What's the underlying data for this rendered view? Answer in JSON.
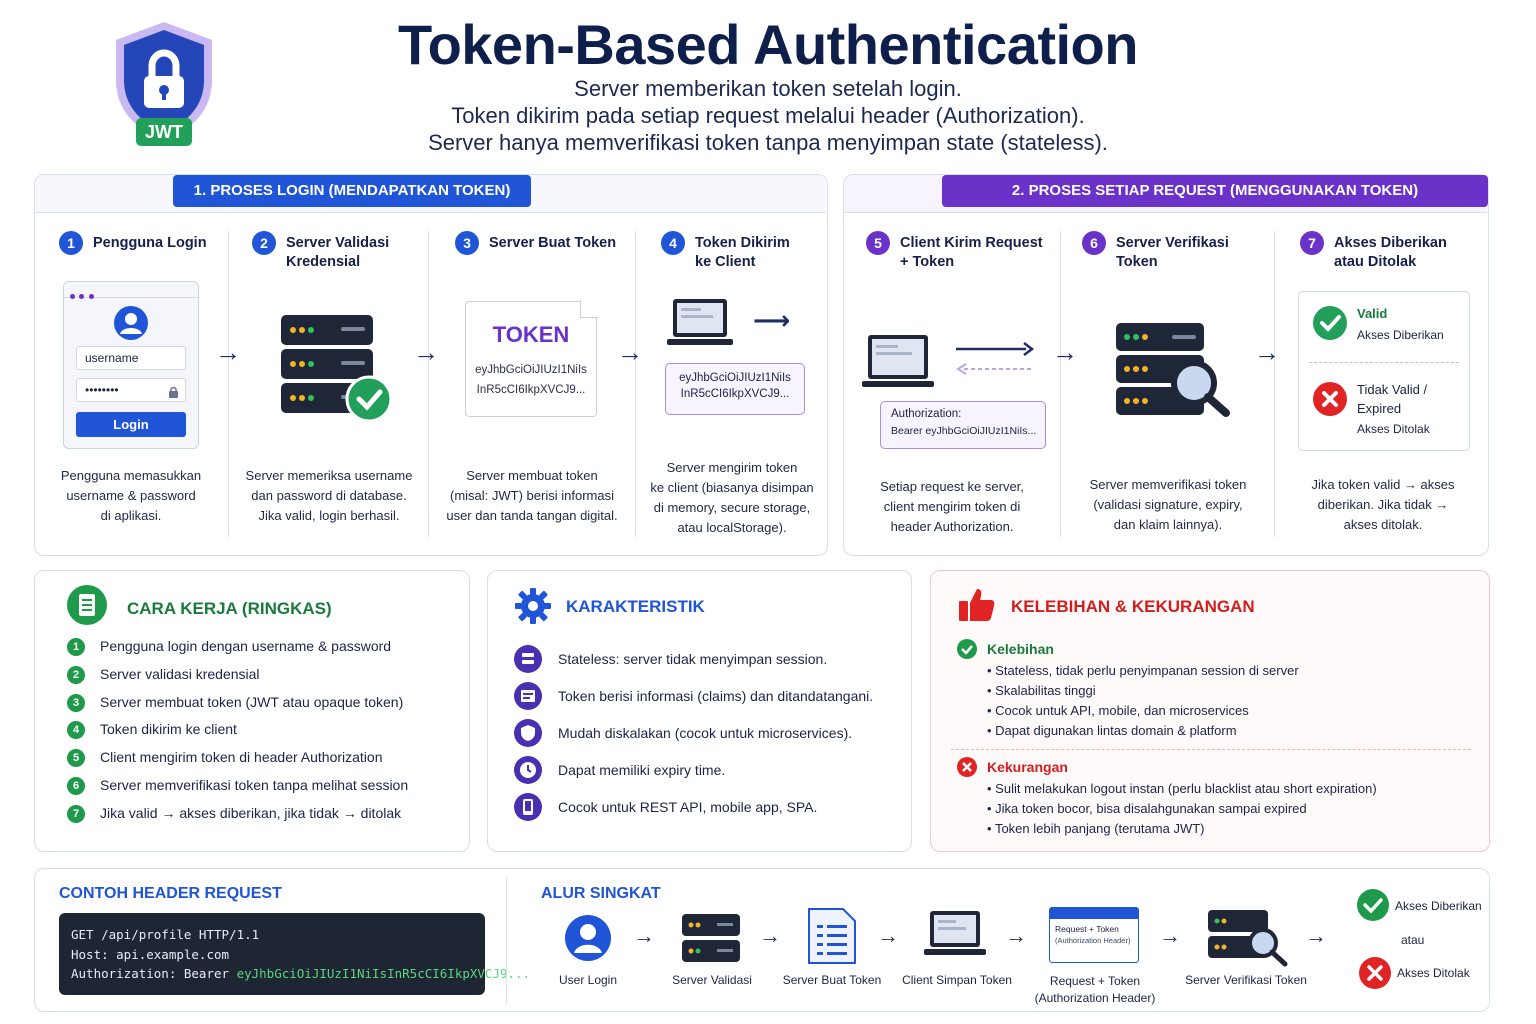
{
  "header": {
    "title": "Token-Based Authentication",
    "subtitle_lines": [
      "Server memberikan token setelah login.",
      "Token dikirim pada setiap request melalui header (Authorization).",
      "Server hanya memverifikasi token tanpa menyimpan state (stateless)."
    ],
    "badge": "JWT"
  },
  "login_process": {
    "title": "1. PROSES LOGIN (MENDAPATKAN TOKEN)",
    "steps": [
      {
        "num": "1",
        "title": [
          "Pengguna Login"
        ],
        "desc": [
          "Pengguna memasukkan",
          "username & password",
          "di aplikasi."
        ]
      },
      {
        "num": "2",
        "title": [
          "Server Validasi",
          "Kredensial"
        ],
        "desc": [
          "Server memeriksa username",
          "dan password di database.",
          "Jika valid, login berhasil."
        ]
      },
      {
        "num": "3",
        "title": [
          "Server Buat Token"
        ],
        "desc": [
          "Server membuat token",
          "(misal: JWT) berisi informasi",
          "user dan tanda tangan digital."
        ]
      },
      {
        "num": "4",
        "title": [
          "Token Dikirim",
          "ke Client"
        ],
        "desc": [
          "Server mengirim token",
          "ke client (biasanya disimpan",
          "di memory, secure storage,",
          "atau localStorage)."
        ]
      }
    ],
    "login_form": {
      "username": "username",
      "password": "••••••••",
      "button": "Login"
    },
    "token_doc": {
      "label": "TOKEN",
      "lines": [
        "eyJhbGciOiJIUzI1NiIs",
        "InR5cCI6IkpXVCJ9..."
      ]
    },
    "token_sent": [
      "eyJhbGciOiJIUzI1NiIs",
      "InR5cCI6IkpXVCJ9..."
    ]
  },
  "request_process": {
    "title": "2. PROSES SETIAP REQUEST (MENGGUNAKAN TOKEN)",
    "steps": [
      {
        "num": "5",
        "title": [
          "Client Kirim Request",
          "+ Token"
        ],
        "desc": [
          "Setiap request ke server,",
          "client mengirim token di",
          "header Authorization."
        ]
      },
      {
        "num": "6",
        "title": [
          "Server Verifikasi",
          "Token"
        ],
        "desc": [
          "Server memverifikasi token",
          "(validasi signature, expiry,",
          "dan klaim lainnya)."
        ]
      },
      {
        "num": "7",
        "title": [
          "Akses Diberikan",
          "atau Ditolak"
        ],
        "desc": [
          "Jika token valid → akses",
          "diberikan. Jika tidak →",
          "akses ditolak."
        ]
      }
    ],
    "auth_box": {
      "label": "Authorization:",
      "value": "Bearer eyJhbGciOiJIUzI1NiIs..."
    },
    "result": {
      "valid_title": "Valid",
      "valid_sub": "Akses Diberikan",
      "invalid_title": [
        "Tidak Valid /",
        "Expired"
      ],
      "invalid_sub": "Akses Ditolak"
    }
  },
  "how_it_works": {
    "title": "CARA KERJA (RINGKAS)",
    "items": [
      "Pengguna login dengan username & password",
      "Server validasi kredensial",
      "Server membuat token (JWT atau opaque token)",
      "Token dikirim ke client",
      "Client mengirim token di header Authorization",
      "Server memverifikasi token tanpa melihat session",
      "Jika valid → akses diberikan, jika tidak → ditolak"
    ]
  },
  "characteristics": {
    "title": "KARAKTERISTIK",
    "items": [
      "Stateless: server tidak menyimpan session.",
      "Token berisi informasi (claims) dan ditandatangani.",
      "Mudah diskalakan (cocok untuk microservices).",
      "Dapat memiliki expiry time.",
      "Cocok untuk REST API, mobile app, SPA."
    ]
  },
  "pros_cons": {
    "title": "KELEBIHAN & KEKURANGAN",
    "pros_title": "Kelebihan",
    "pros": [
      "Stateless, tidak perlu penyimpanan session di server",
      "Skalabilitas tinggi",
      "Cocok untuk API, mobile, dan microservices",
      "Dapat digunakan lintas domain & platform"
    ],
    "cons_title": "Kekurangan",
    "cons": [
      "Sulit melakukan logout instan (perlu blacklist atau short expiration)",
      "Jika token bocor, bisa disalahgunakan sampai expired",
      "Token lebih panjang (terutama JWT)"
    ]
  },
  "header_example": {
    "title": "CONTOH HEADER REQUEST",
    "line1": "GET /api/profile HTTP/1.1",
    "line2": "Host: api.example.com",
    "line3_key": "Authorization: Bearer ",
    "line3_token": "eyJhbGciOiJIUzI1NiIsInR5cCI6IkpXVCJ9..."
  },
  "short_flow": {
    "title": "ALUR SINGKAT",
    "steps": [
      "User Login",
      "Server Validasi",
      "Server Buat Token",
      "Client Simpan Token",
      "Request + Token",
      "Server Verifikasi Token"
    ],
    "request_sub": "(Authorization Header)",
    "mini_window_header": "Request + Token",
    "mini_window_sub": "(Authorization Header)",
    "granted": "Akses Diberikan",
    "or": "atau",
    "denied": "Akses Ditolak"
  },
  "colors": {
    "blue": "#1f55d6",
    "purple": "#6a32c9",
    "green": "#1f9a4a",
    "red": "#e02424",
    "navy": "#0f1f4b"
  }
}
